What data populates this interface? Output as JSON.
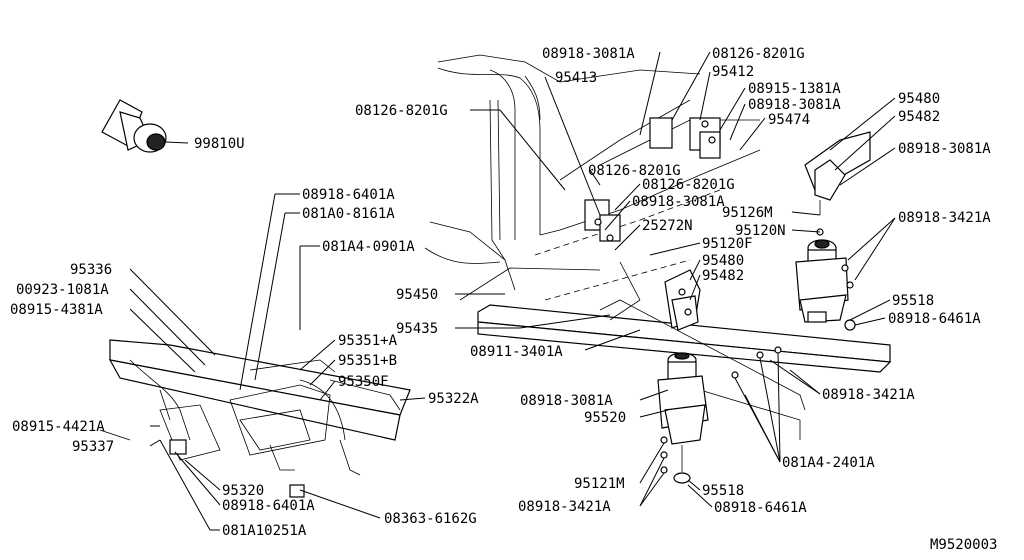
{
  "diagram": {
    "code": "M9520003",
    "labels": [
      {
        "id": "l1",
        "text": "99810U"
      },
      {
        "id": "l2",
        "text": "08918-3081A"
      },
      {
        "id": "l3",
        "text": "08126-8201G"
      },
      {
        "id": "l4",
        "text": "95413"
      },
      {
        "id": "l5",
        "text": "95412"
      },
      {
        "id": "l6",
        "text": "08915-1381A"
      },
      {
        "id": "l7",
        "text": "08918-3081A"
      },
      {
        "id": "l8",
        "text": "08126-8201G"
      },
      {
        "id": "l9",
        "text": "95474"
      },
      {
        "id": "l10",
        "text": "95480"
      },
      {
        "id": "l11",
        "text": "95482"
      },
      {
        "id": "l12",
        "text": "08126-8201G"
      },
      {
        "id": "l13",
        "text": "08126-8201G"
      },
      {
        "id": "l14",
        "text": "08918-3081A"
      },
      {
        "id": "l15",
        "text": "08918-3081A"
      },
      {
        "id": "l16",
        "text": "25272N"
      },
      {
        "id": "l17",
        "text": "95126M"
      },
      {
        "id": "l18",
        "text": "95120N"
      },
      {
        "id": "l19",
        "text": "08918-3421A"
      },
      {
        "id": "l20",
        "text": "95120F"
      },
      {
        "id": "l21",
        "text": "95480"
      },
      {
        "id": "l22",
        "text": "95482"
      },
      {
        "id": "l23",
        "text": "08918-6401A"
      },
      {
        "id": "l24",
        "text": "081A0-8161A"
      },
      {
        "id": "l25",
        "text": "081A4-0901A"
      },
      {
        "id": "l26",
        "text": "95336"
      },
      {
        "id": "l27",
        "text": "00923-1081A"
      },
      {
        "id": "l28",
        "text": "08915-4381A"
      },
      {
        "id": "l29",
        "text": "95450"
      },
      {
        "id": "l30",
        "text": "95518"
      },
      {
        "id": "l31",
        "text": "08918-6461A"
      },
      {
        "id": "l32",
        "text": "95435"
      },
      {
        "id": "l33",
        "text": "08911-3401A"
      },
      {
        "id": "l34",
        "text": "95351+A"
      },
      {
        "id": "l35",
        "text": "95351+B"
      },
      {
        "id": "l36",
        "text": "95350F"
      },
      {
        "id": "l37",
        "text": "95322A"
      },
      {
        "id": "l38",
        "text": "08918-3421A"
      },
      {
        "id": "l39",
        "text": "08918-3081A"
      },
      {
        "id": "l40",
        "text": "95520"
      },
      {
        "id": "l41",
        "text": "08915-4421A"
      },
      {
        "id": "l42",
        "text": "95337"
      },
      {
        "id": "l43",
        "text": "081A4-2401A"
      },
      {
        "id": "l44",
        "text": "95121M"
      },
      {
        "id": "l45",
        "text": "95518"
      },
      {
        "id": "l46",
        "text": "95320"
      },
      {
        "id": "l47",
        "text": "08918-6401A"
      },
      {
        "id": "l48",
        "text": "08918-3421A"
      },
      {
        "id": "l49",
        "text": "08918-6461A"
      },
      {
        "id": "l50",
        "text": "081A10251A"
      },
      {
        "id": "l51",
        "text": "08363-6162G"
      }
    ]
  }
}
